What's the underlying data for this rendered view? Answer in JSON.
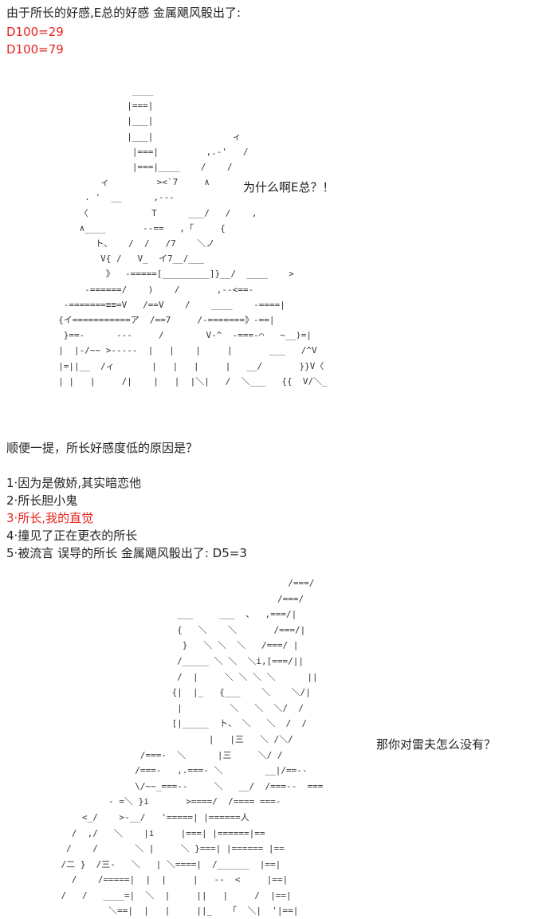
{
  "header": {
    "title": "由于所长的好感,E总的好感 金属飓风骰出了:",
    "roll1": "D100=29",
    "roll2": "D100=79"
  },
  "art1": {
    "speech": "为什么啊E总？！",
    "ascii": "                   ____\n                  |===|\n                  |___|\n                  |___|               ィ\n                   |===|         ,.-'   /\n                   |===|____    /    /\n             ィ         ><`7     ∧\n          . '  __      ,---\n         〈            T      ___/   /    ,\n         ∧____       --==   ,「     {\n            ト、   /  /   /7    ＼ノ\n             V{ /   V_  イ7__/___\n              》  -=====[_________]}__/  ____    >\n          -======/    )    /       ,--<==-\n      -=======≡≡=V   /==V    /    ____    -====|\n     {イ===========ア  /==7     /-=======》-==|\n      }==-      ---     /        V-^  -===-⌒   ~__)=|\n     |  |-/~~ >-----  |   |    |     |       ___   /^V\n     |=||__  /ィ       |   |   |     |   __/       }}V〈\n     | |   |     /|    |   |  |＼|   /  ＼___   {{  V/＼_"
  },
  "question": {
    "text": "顺便一提，所长好感度低的原因是？",
    "options": [
      "1·因为是傲娇,其实暗恋他",
      "2·所长胆小鬼",
      "3·所长,我的直觉",
      "4·撞见了正在更衣的所长",
      "5·被流言 误导的所长 金属飓风骰出了: D5=3"
    ],
    "highlight_color": "#e8231f"
  },
  "art2": {
    "speech": "那你对雷夫怎么没有？",
    "ascii": "                                               /===/\n                                             /===/\n                          ___     ___  、  ,===/|\n                          {   ＼    ＼       /===/|\n                           }   ＼ ＼  ＼   /===/ |\n                          /_____ ＼ ＼  ＼i,[===/||\n                          /  |     ＼ ＼ ＼ ＼      ||\n                         {|  |_   {___    ＼    ＼/|\n                          |         ＼   ＼  ＼/  /\n                         [|_____  ト、 ＼   ＼  /  /\n                                |   |三   ＼ /＼/\n                   /===-  ＼      |三     ＼/ /\n                  /===-   ,.===- ＼        __|/==--\n                  \\/~~_===--     ＼   __/  /===--  ===\n             - =＼ }i       >====/  /==== ===- \n        <_/    >-__/   '=====| |======人\n      /  ,/   ＼    |i     |===| |======|==\n     /    /       ＼ |     ＼ }===| |====== |==\n    /二 }  /三-   ＼   | ＼====|  /______  |==|\n      /    /=====|  |  |     |   --  <     |==|\n    /   /   ____=|  ＼  |     ||   |     /  |==|\n             ＼==|  |   |     ||_   「  ＼|  '|==|"
  }
}
